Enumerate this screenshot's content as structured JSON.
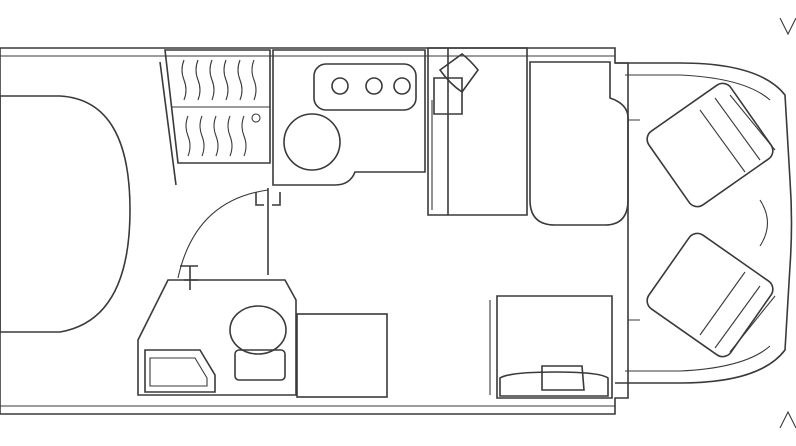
{
  "colors": {
    "floor": "#e6e6e6",
    "furniture": "#c6c6c6",
    "upholstery": "#d4003a",
    "outline": "#3a3a3a",
    "snowflake": "#ffffff"
  },
  "rooms": [
    {
      "name": "rear-bed"
    },
    {
      "name": "wardrobe"
    },
    {
      "name": "kitchen"
    },
    {
      "name": "dinette-bench"
    },
    {
      "name": "dinette-table"
    },
    {
      "name": "cab-seats"
    },
    {
      "name": "washroom"
    },
    {
      "name": "fridge"
    },
    {
      "name": "side-bench"
    }
  ],
  "icons": [
    "snowflake-icon",
    "pillow-icon",
    "sink-icon",
    "toilet-icon",
    "shower-tray-icon",
    "hob-icon"
  ]
}
